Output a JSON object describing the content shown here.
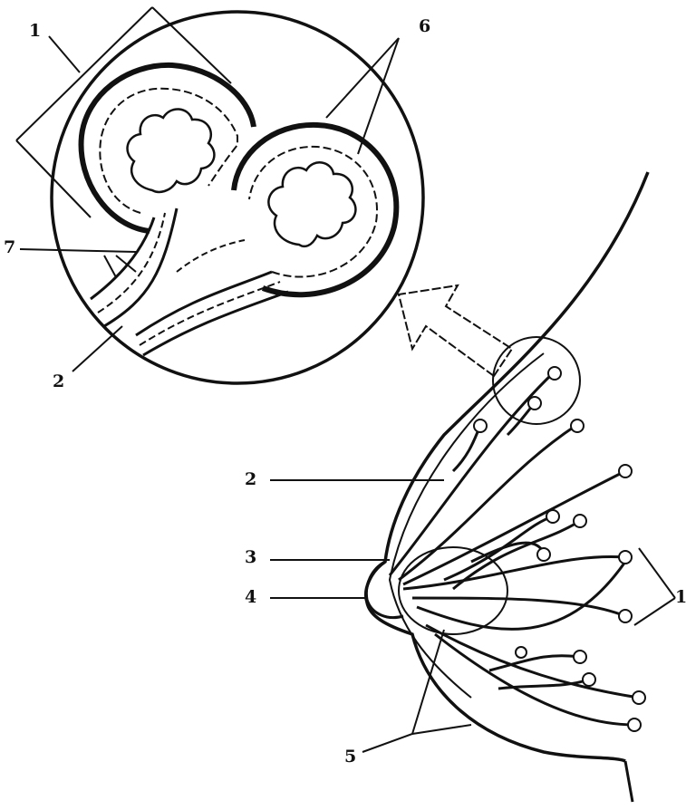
{
  "labels": {
    "top_1": "1",
    "top_6": "6",
    "top_7": "7",
    "top_2": "2",
    "side_2": "2",
    "side_3": "3",
    "side_4": "4",
    "side_1": "1",
    "side_5": "5"
  }
}
